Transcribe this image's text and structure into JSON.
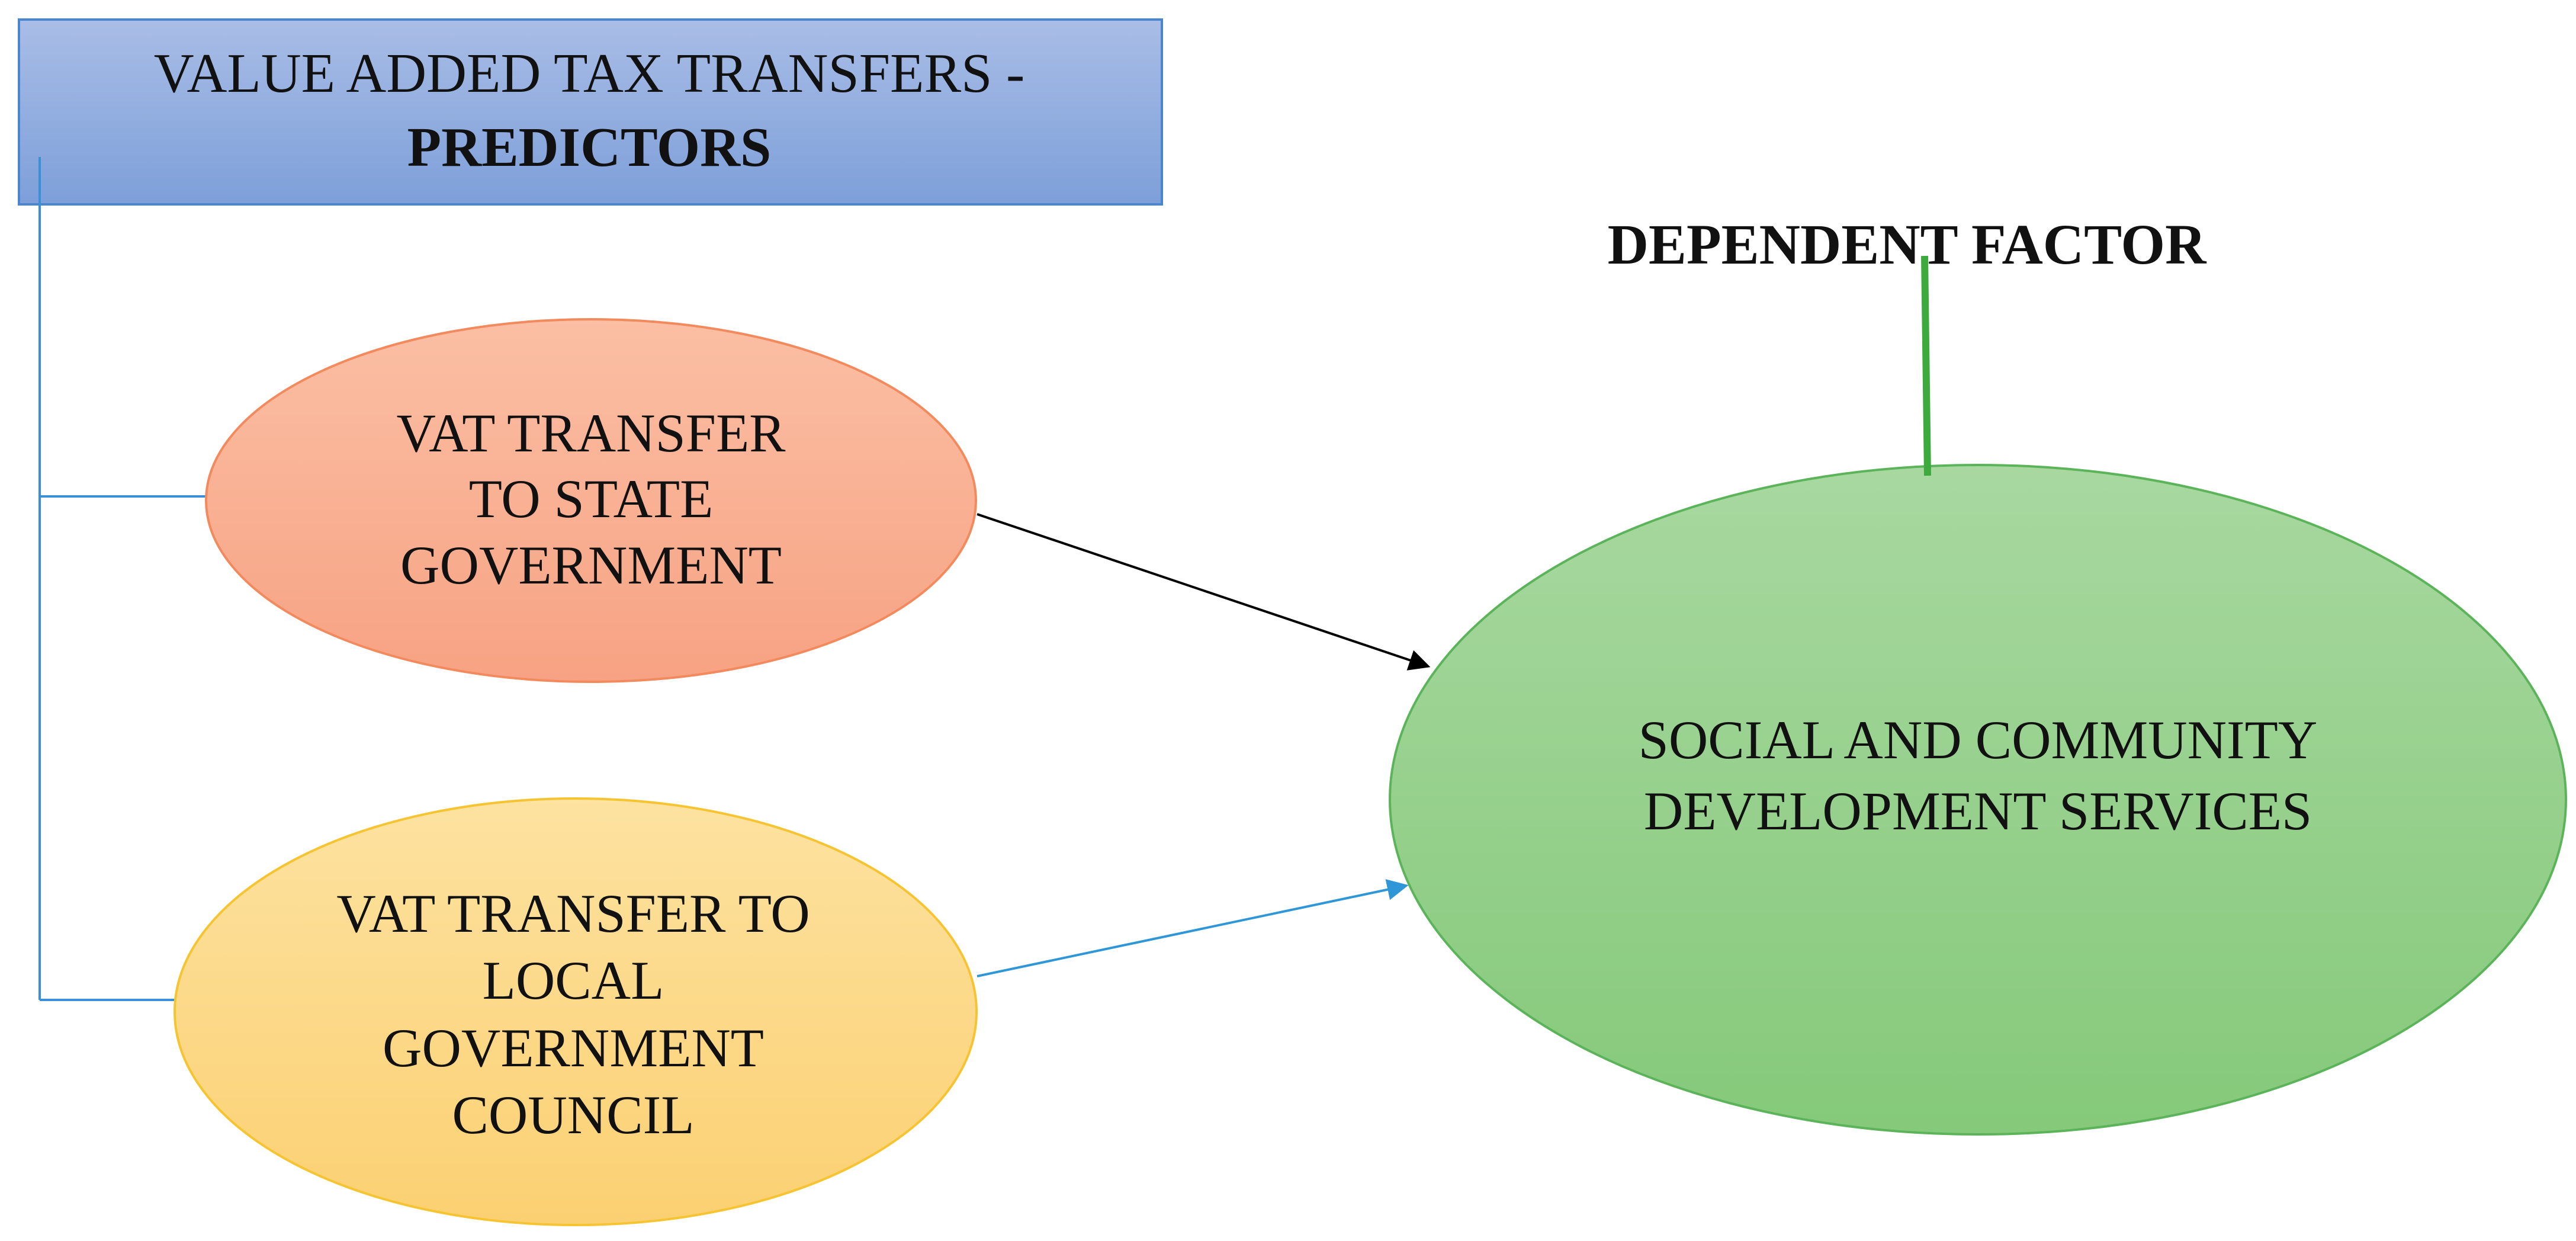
{
  "title_box": {
    "line1": "VALUE ADDED TAX TRANSFERS -",
    "line2": "PREDICTORS"
  },
  "dependent_label": "DEPENDENT FACTOR",
  "nodes": {
    "state": {
      "lines": [
        "VAT TRANSFER",
        "TO STATE",
        "GOVERNMENT"
      ]
    },
    "local": {
      "lines": [
        "VAT TRANSFER TO",
        "LOCAL",
        "GOVERNMENT",
        "COUNCIL"
      ]
    },
    "outcome": {
      "lines": [
        "SOCIAL AND COMMUNITY",
        "DEVELOPMENT SERVICES"
      ]
    }
  },
  "colors": {
    "title_box_top": "#a9bde6",
    "title_box_bottom": "#7d9fd9",
    "title_box_border": "#4a86d0",
    "bracket_line": "#3a8fd8",
    "state_fill_top": "#fbbfa4",
    "state_fill_bottom": "#f7a283",
    "state_border": "#f28a5e",
    "local_fill_top": "#fde2a0",
    "local_fill_bottom": "#fbd072",
    "local_border": "#f6c430",
    "outcome_fill_top": "#a8d8a0",
    "outcome_fill_bottom": "#85c97a",
    "outcome_border": "#5cb45a",
    "arrow_state": "#000000",
    "arrow_local": "#2f97d7",
    "dependent_line": "#3daa3d"
  }
}
